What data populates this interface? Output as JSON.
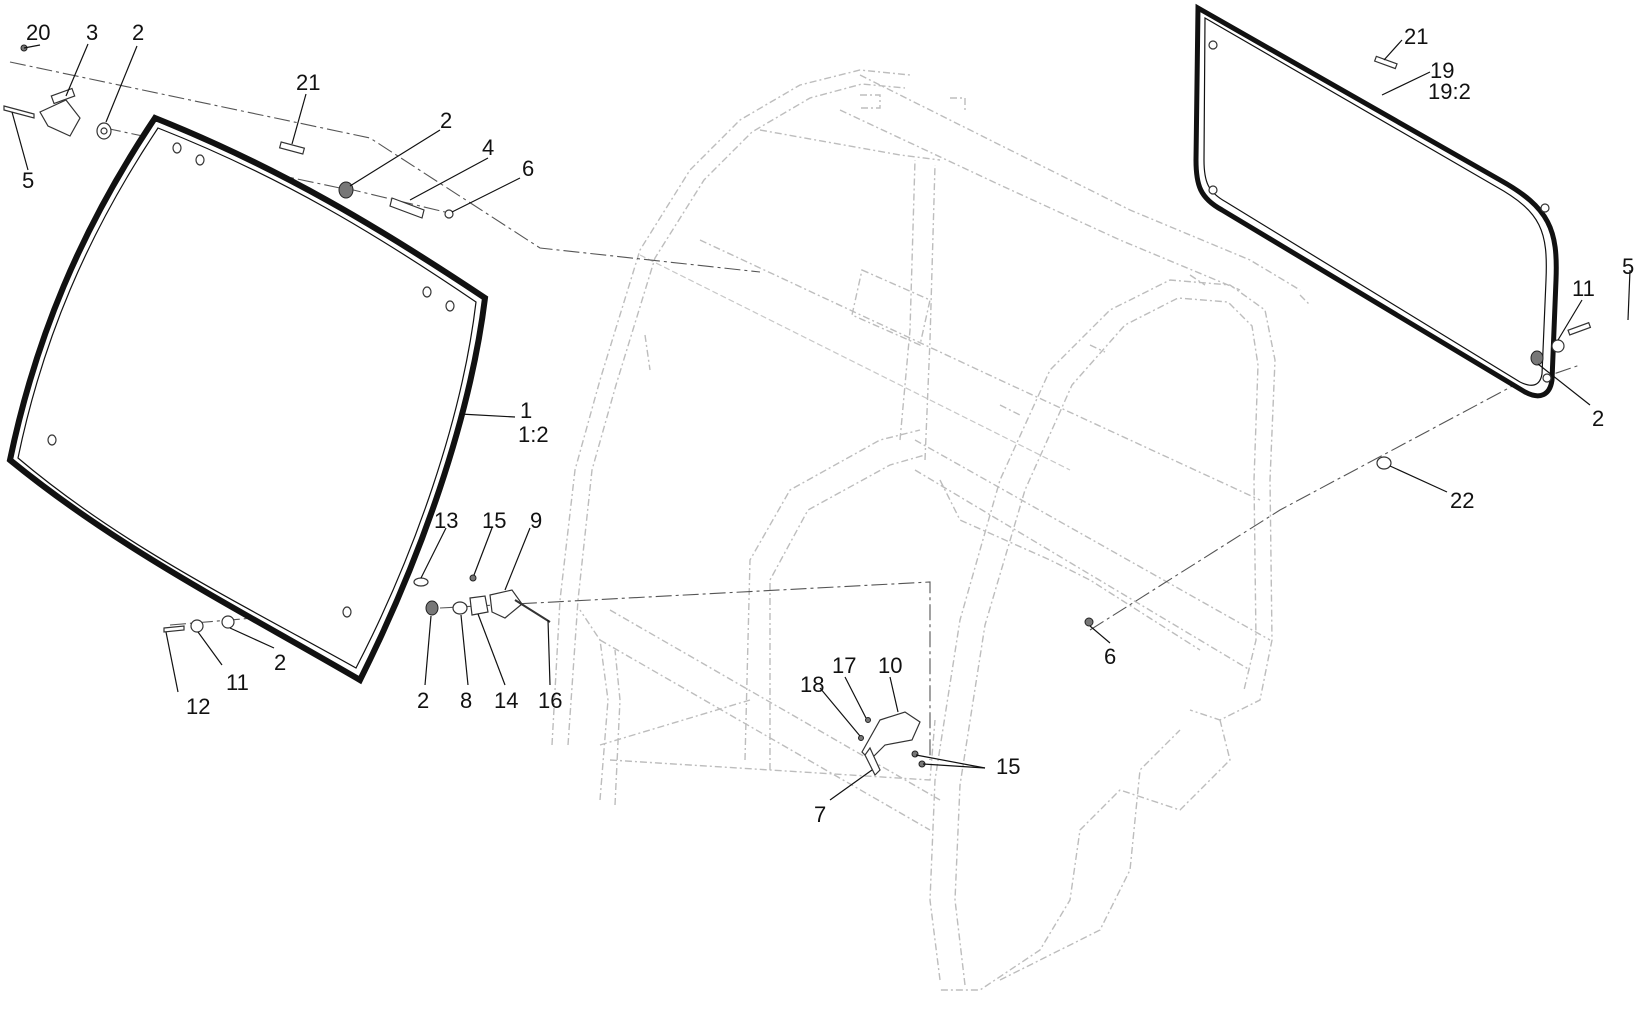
{
  "callouts": {
    "c20": "20",
    "c3": "3",
    "c2a": "2",
    "c5a": "5",
    "c21a": "21",
    "c2b": "2",
    "c4": "4",
    "c6a": "6",
    "c1": "1",
    "c1b": "1:2",
    "c13": "13",
    "c15a": "15",
    "c9": "9",
    "c12": "12",
    "c11a": "11",
    "c2c": "2",
    "c2d": "2",
    "c8": "8",
    "c14": "14",
    "c16": "16",
    "c17": "17",
    "c10": "10",
    "c18": "18",
    "c15b": "15",
    "c7": "7",
    "c21b": "21",
    "c19": "19",
    "c19b": "19:2",
    "c5b": "5",
    "c11b": "11",
    "c2e": "2",
    "c22": "22",
    "c6b": "6"
  },
  "colors": {
    "line": "#111111",
    "ghost": "#bdbdbd",
    "background": "#ffffff"
  }
}
